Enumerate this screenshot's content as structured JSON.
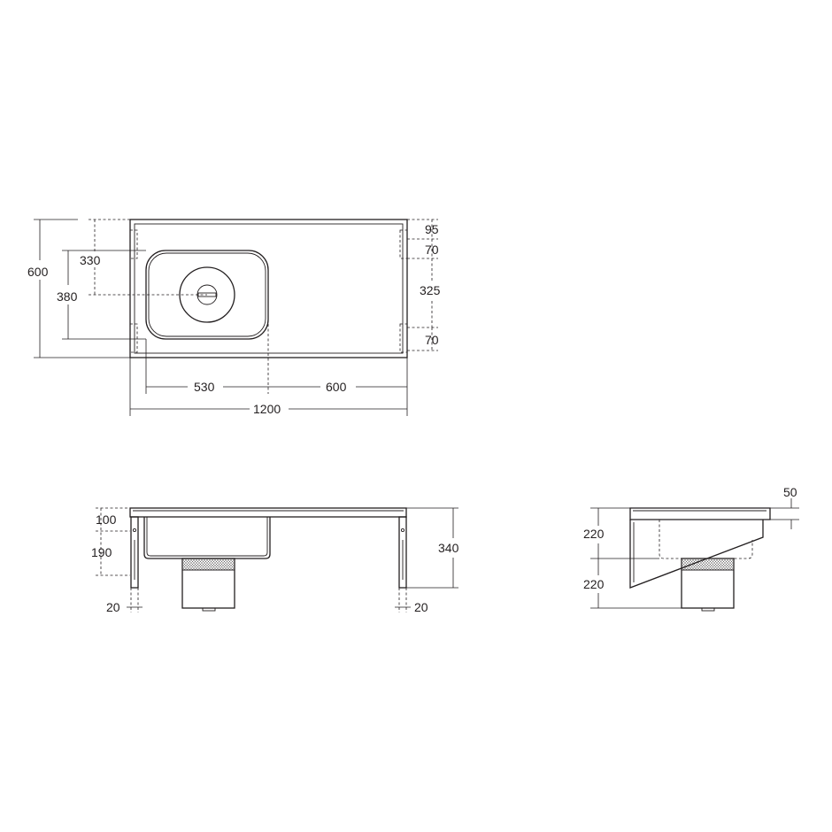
{
  "colors": {
    "line": "#231f20",
    "background": "#ffffff"
  },
  "plan_view": {
    "width_total": "1200",
    "width_left": "530",
    "width_right": "600",
    "depth_total": "600",
    "bowl_offset": "330",
    "bowl_depth": "380",
    "right_top": "95",
    "right_upper": "70",
    "right_mid": "325",
    "right_lower": "70"
  },
  "front_view": {
    "top_thickness": "100",
    "bowl_height": "190",
    "overall_height": "340",
    "left_bracket": "20",
    "right_bracket": "20"
  },
  "side_view": {
    "upstand": "50",
    "upper_height": "220",
    "lower_height": "220"
  }
}
